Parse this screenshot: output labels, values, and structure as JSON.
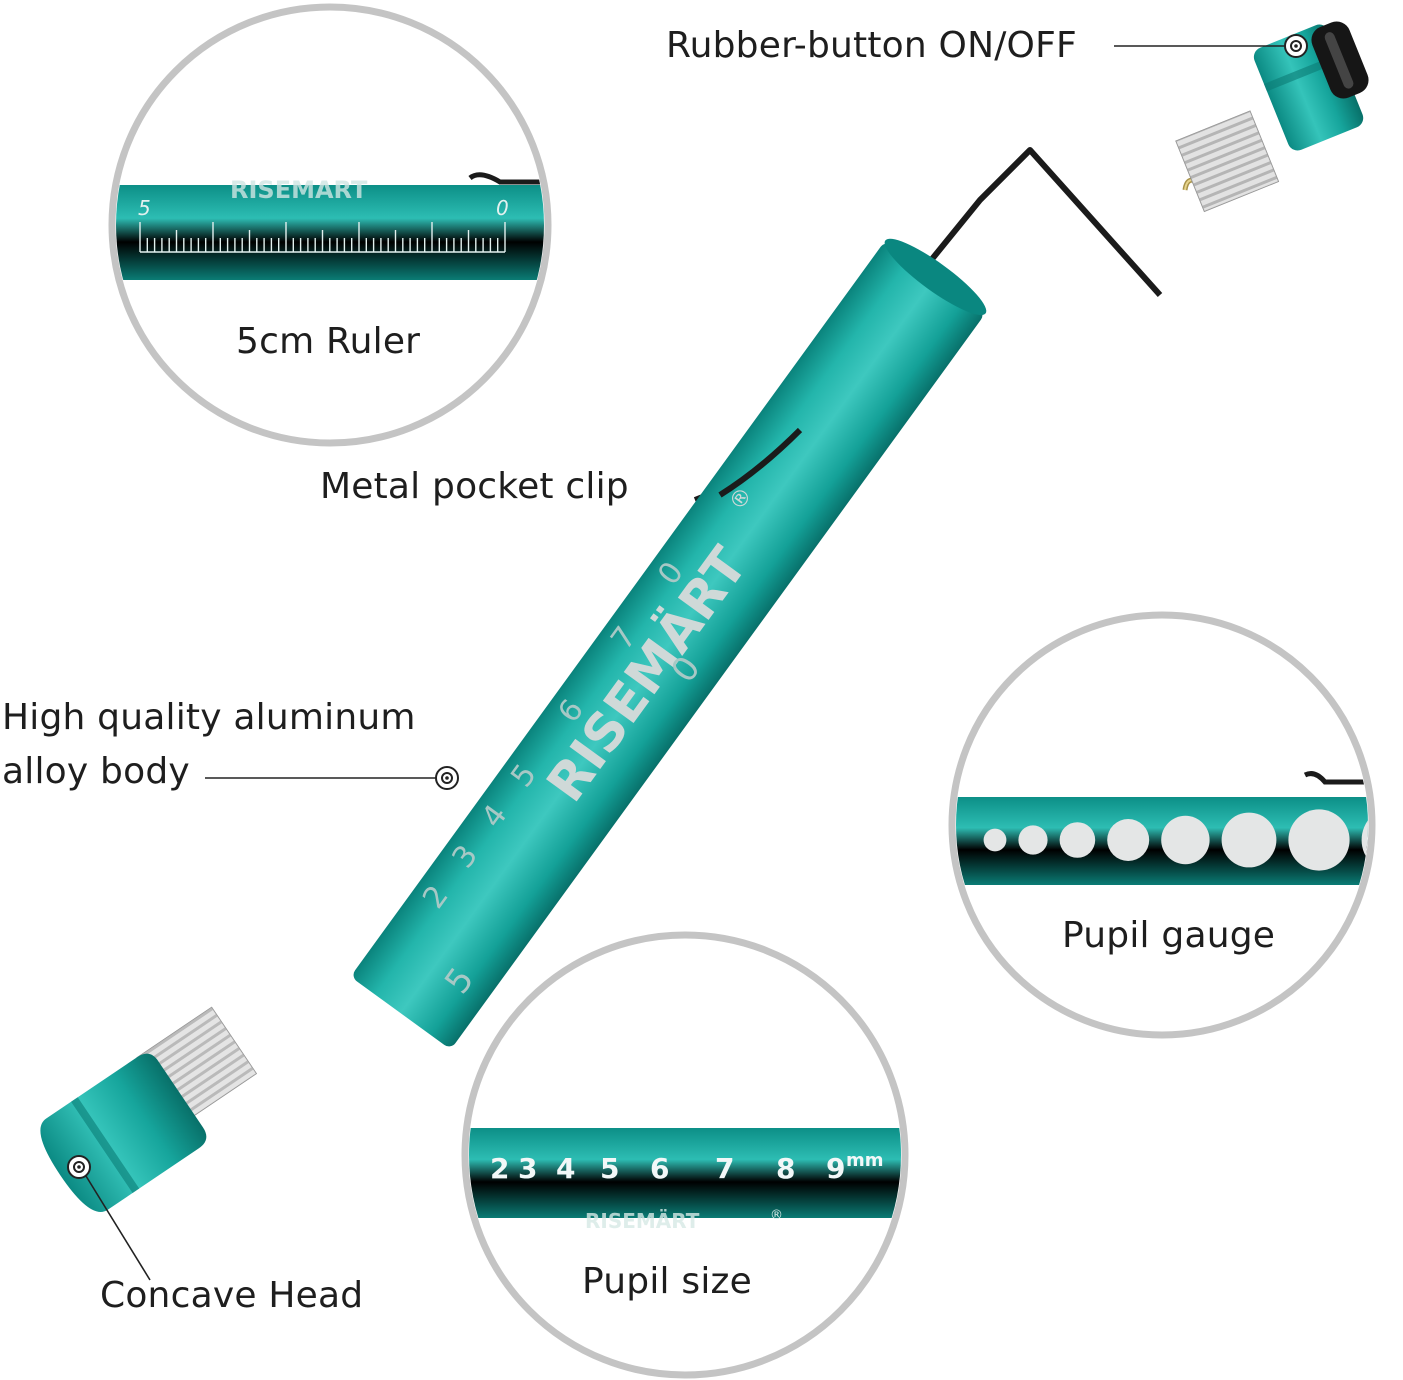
{
  "callouts": {
    "button": "Rubber-button ON/OFF",
    "ruler": "5cm Ruler",
    "clip": "Metal pocket clip",
    "body_line1": "High quality aluminum",
    "body_line2": "alloy body",
    "pupil_gauge": "Pupil gauge",
    "pupil_size": "Pupil size",
    "head": "Concave Head"
  },
  "pen": {
    "brand": "RISEMÄRT",
    "registered": "®",
    "body_numbers": [
      "0",
      "7",
      "6",
      "5",
      "4",
      "3",
      "2"
    ],
    "scale_end": "5",
    "scale_start": "0"
  },
  "ruler_inset": {
    "brand": "RISEMART",
    "left_number": "5",
    "right_number": "0"
  },
  "pupil_size_inset": {
    "numbers": [
      "2",
      "3",
      "4",
      "5",
      "6",
      "7",
      "8",
      "9"
    ],
    "unit": "mm",
    "brand": "RISEMÄRT",
    "registered": "®"
  },
  "colors": {
    "teal": "#15a79f",
    "teal_dark": "#0a7f78",
    "teal_light": "#3fc9c0",
    "circle_border": "#c4c4c4",
    "clip": "#1b1b1b",
    "text": "#1e1e1e"
  }
}
